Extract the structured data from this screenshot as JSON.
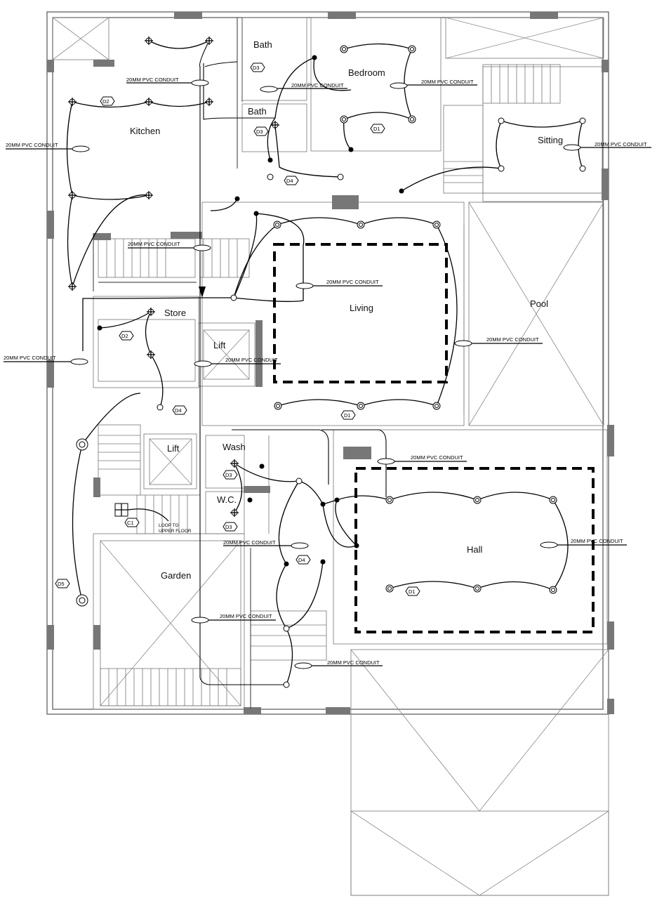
{
  "rooms": {
    "bath_top": "Bath",
    "bath_lower": "Bath",
    "bedroom": "Bedroom",
    "kitchen": "Kitchen",
    "sitting": "Sitting",
    "living": "Living",
    "pool": "Pool",
    "store": "Store",
    "lift_upper": "Lift",
    "lift_lower": "Lift",
    "wash": "Wash",
    "wc": "W.C.",
    "hall": "Hall",
    "garden": "Garden"
  },
  "conduit_label": "20MM  PVC  CONDUIT",
  "loop_note": [
    "LOOP TO",
    "UPPER FLOOR"
  ],
  "tags": {
    "d1": "D1",
    "d2": "D2",
    "d3": "D3",
    "d4": "D4",
    "d5": "D5",
    "c1": "C1"
  },
  "colors": {
    "wall": "#555555",
    "pillar": "#777777",
    "wire": "#000000"
  }
}
